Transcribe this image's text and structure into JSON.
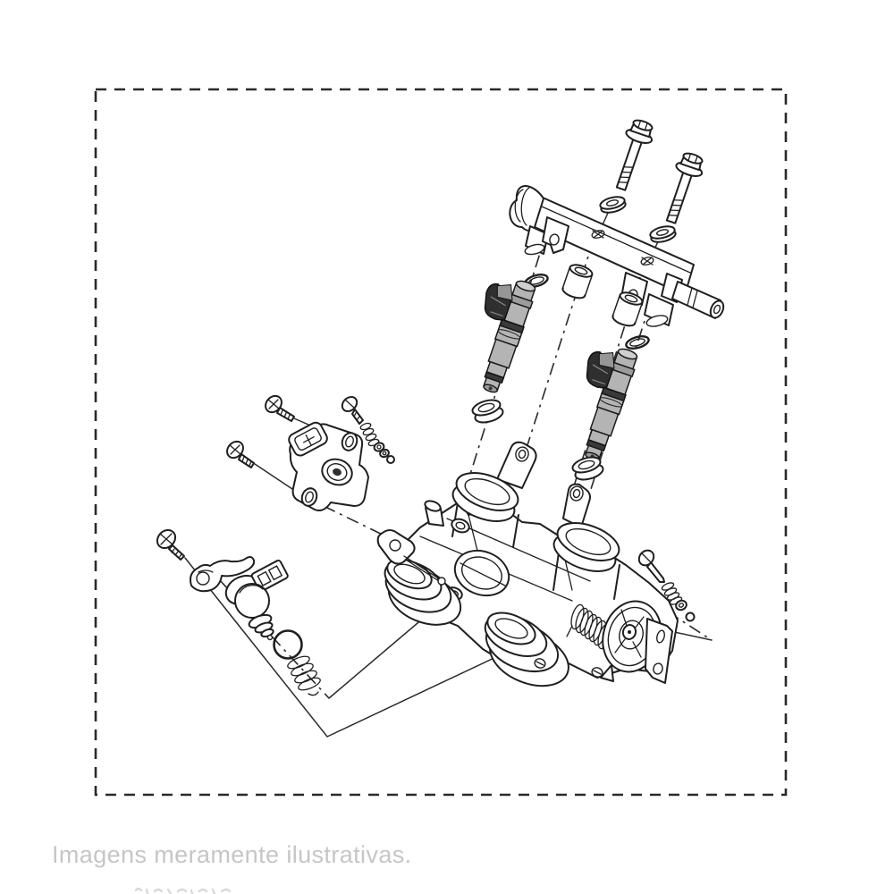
{
  "page": {
    "background_color": "#ffffff",
    "border_color": "#2a2a2a",
    "line_color": "#1f1f1f"
  },
  "caption": {
    "text": "Imagens meramente ilustrativas.",
    "color": "#c6c6c6"
  },
  "diagram": {
    "type": "exploded-parts-illustration",
    "subject": "motorcycle throttle body with fuel rail and injectors",
    "accent_colors": {
      "injector_body": "#b4b4b4",
      "injector_connector": "#2f2f2f",
      "injector_band": "#3a3a3a"
    },
    "parts": [
      "fuel-rail",
      "mounting-bolt-1",
      "mounting-bolt-2",
      "washer-1",
      "washer-2",
      "spacer-1",
      "spacer-2",
      "o-ring-1",
      "o-ring-2",
      "fuel-injector-1",
      "fuel-injector-2",
      "injector-seal-1",
      "injector-seal-2",
      "throttle-body",
      "throttle-position-sensor",
      "sensor-screw-1",
      "sensor-screw-2",
      "stop-screw-spring-washer-set",
      "idle-valve-screw",
      "throttle-lever-clip",
      "idle-air-valve",
      "valve-o-ring",
      "valve-spring",
      "pilot-screw",
      "pilot-screw-spring",
      "pilot-screw-washer",
      "pilot-screw-o-ring"
    ]
  }
}
